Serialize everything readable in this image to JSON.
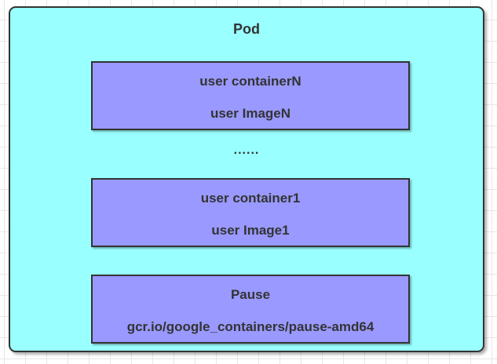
{
  "diagram": {
    "pod_title": "Pod",
    "ellipsis": "......",
    "containers": [
      {
        "name": "user containerN",
        "image": "user ImageN"
      },
      {
        "name": "user container1",
        "image": "user Image1"
      },
      {
        "name": "Pause",
        "image": "gcr.io/google_containers/pause-amd64"
      }
    ],
    "colors": {
      "pod_fill": "#99ffff",
      "container_fill": "#9999ff",
      "stroke": "#333333",
      "text": "#333333",
      "grid_line": "#e7e7e7",
      "canvas_bg": "#ffffff"
    }
  }
}
